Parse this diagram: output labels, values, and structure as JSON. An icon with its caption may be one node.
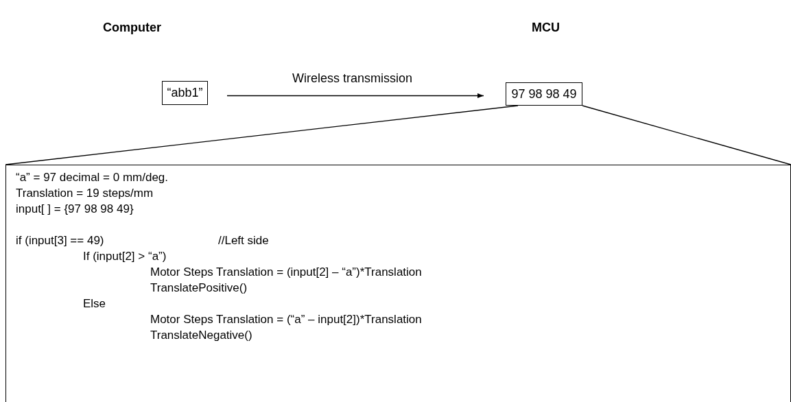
{
  "diagram": {
    "nodes": [
      {
        "text": [
          "Computer",
          "“abb1”"
        ]
      },
      {
        "text": [
          "MCU",
          "97 98 98 49"
        ]
      },
      {
        "text": [
          "“a” = 97 decimal = 0 mm/deg.",
          "Translation = 19 steps/mm",
          "input[ ] = {97 98 98 49}",
          "if (input[3] == 49)",
          "//Left side",
          "If (input[2] > “a”)",
          "Motor Steps Translation = (input[2] – “a”)*Translation",
          "TranslatePositive()",
          "Else",
          "Motor Steps Translation = (“a” – input[2])*Translation",
          "TranslateNegative()"
        ]
      }
    ],
    "edges": [
      {
        "from": 0,
        "to": 1,
        "arrow": "to",
        "label": "Wireless transmission"
      },
      {
        "from": 1,
        "to": 2,
        "arrow": "none"
      },
      {
        "from": 1,
        "to": 2,
        "arrow": "none"
      }
    ]
  }
}
